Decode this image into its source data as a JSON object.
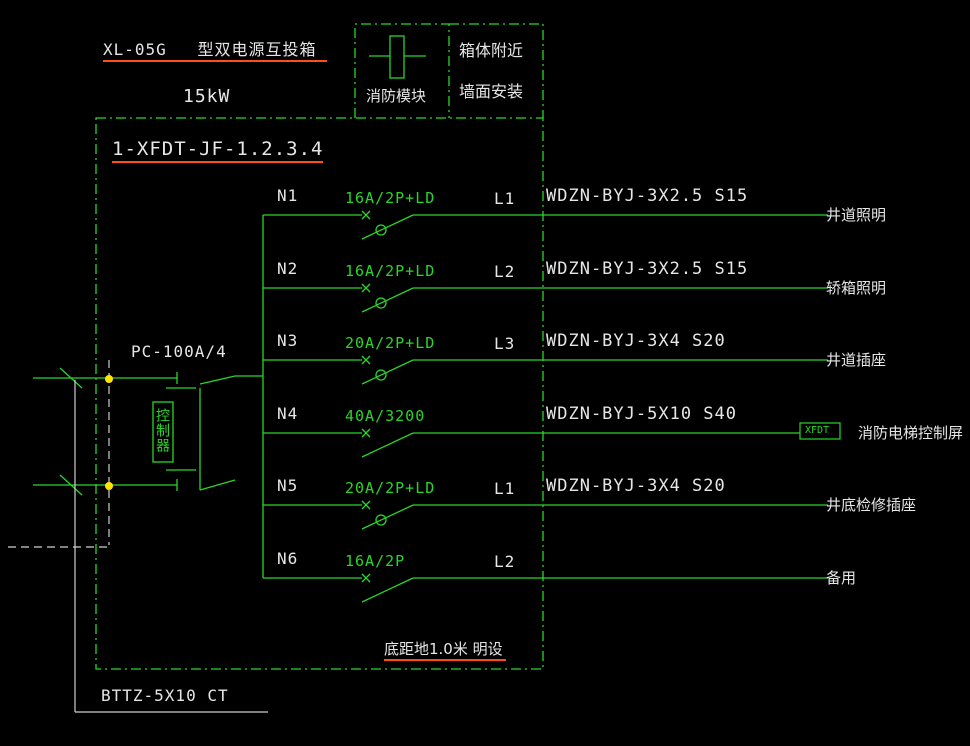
{
  "header": {
    "model": "XL-05G",
    "type_label": "型双电源互投箱",
    "power": "15kW",
    "fire_module": "消防模块",
    "install_note_line1": "箱体附近",
    "install_note_line2": "墙面安装"
  },
  "box_id": "1-XFDT-JF-1.2.3.4",
  "main_breaker": "PC-100A/4",
  "controller_label": "控制器",
  "incoming_cable": "BTTZ-5X10 CT",
  "mount_note": "底距地1.0米 明设",
  "tag_xfdt": "XFDT",
  "circuits": [
    {
      "id": "N1",
      "breaker": "16A/2P+LD",
      "phase": "L1",
      "cable": "WDZN-BYJ-3X2.5 S15",
      "load": "井道照明"
    },
    {
      "id": "N2",
      "breaker": "16A/2P+LD",
      "phase": "L2",
      "cable": "WDZN-BYJ-3X2.5 S15",
      "load": "轿箱照明"
    },
    {
      "id": "N3",
      "breaker": "20A/2P+LD",
      "phase": "L3",
      "cable": "WDZN-BYJ-3X4 S20",
      "load": "井道插座"
    },
    {
      "id": "N4",
      "breaker": "40A/3200",
      "phase": "",
      "cable": "WDZN-BYJ-5X10 S40",
      "load": "消防电梯控制屏"
    },
    {
      "id": "N5",
      "breaker": "20A/2P+LD",
      "phase": "L1",
      "cable": "WDZN-BYJ-3X4 S20",
      "load": "井底检修插座"
    },
    {
      "id": "N6",
      "breaker": "16A/2P",
      "phase": "L2",
      "cable": "",
      "load": "备用"
    }
  ],
  "colors": {
    "line": "#29d629",
    "text": "#e6e6e6",
    "accent": "#ff4d1a",
    "node": "#ffe600"
  }
}
